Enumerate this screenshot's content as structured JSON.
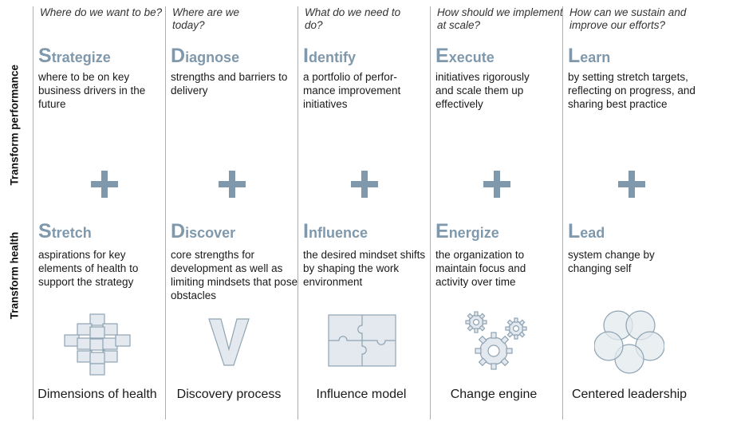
{
  "rows": {
    "performance_label": "Transform performance",
    "health_label": "Transform health"
  },
  "columns": [
    {
      "question": "Where do we want to be?",
      "perf_initial": "S",
      "perf_rest": "trategize",
      "perf_desc": "where to be on key business drivers in the future",
      "health_initial": "S",
      "health_rest": "tretch",
      "health_desc": "aspirations for key elements of health to support the strategy",
      "caption": "Dimensions of health",
      "icon": "dimensions-of-health-icon"
    },
    {
      "question": "Where are we today?",
      "perf_initial": "D",
      "perf_rest": "iagnose",
      "perf_desc": "strengths and barriers to delivery",
      "health_initial": "D",
      "health_rest": "iscover",
      "health_desc": "core strengths for development as well as limiting mindsets that pose obstacles",
      "caption": "Discovery process",
      "icon": "discovery-process-icon"
    },
    {
      "question": "What do we need to do?",
      "perf_initial": "I",
      "perf_rest": "dentify",
      "perf_desc": "a portfolio of perfor-mance improvement initiatives",
      "health_initial": "I",
      "health_rest": "nfluence",
      "health_desc": "the desired mindset shifts by shaping the work environment",
      "caption": "Influence model",
      "icon": "influence-model-icon"
    },
    {
      "question": "How should we implement at scale?",
      "perf_initial": "E",
      "perf_rest": "xecute",
      "perf_desc": "initiatives rigorously and scale them up effectively",
      "health_initial": "E",
      "health_rest": "nergize",
      "health_desc": "the organization to maintain focus and activity over time",
      "caption": "Change engine",
      "icon": "change-engine-icon"
    },
    {
      "question": "How can we sustain and improve our efforts?",
      "perf_initial": "L",
      "perf_rest": "earn",
      "perf_desc": "by setting stretch targets, reflecting on progress, and sharing best practice",
      "health_initial": "L",
      "health_rest": "ead",
      "health_desc": "system change by changing self",
      "caption": "Centered leadership",
      "icon": "centered-leadership-icon"
    }
  ],
  "colors": {
    "accent": "#7f98ab",
    "icon_fill": "#e3e9ee",
    "icon_stroke": "#8ea3b3",
    "divider": "#9db3c4"
  }
}
